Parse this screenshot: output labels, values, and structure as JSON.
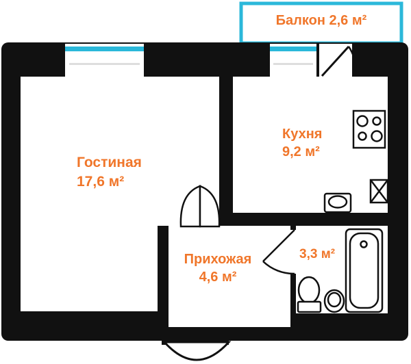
{
  "floorplan": {
    "balcony": {
      "name": "Балкон",
      "area": "2,6 м²"
    },
    "rooms": {
      "living": {
        "name": "Гостиная",
        "area": "17,6 м²"
      },
      "kitchen": {
        "name": "Кухня",
        "area": "9,2 м²"
      },
      "hallway": {
        "name": "Прихожая",
        "area": "4,6 м²"
      },
      "bathroom": {
        "area": "3,3 м²"
      }
    },
    "colors": {
      "wall": "#111111",
      "floor": "#ffffff",
      "window_accent": "#2bb8da",
      "room_label": "#f0762a"
    },
    "fixtures": [
      "stove-icon",
      "washer-icon",
      "kitchen-sink-icon",
      "bathtub-icon",
      "toilet-icon",
      "bathroom-sink-icon"
    ]
  }
}
